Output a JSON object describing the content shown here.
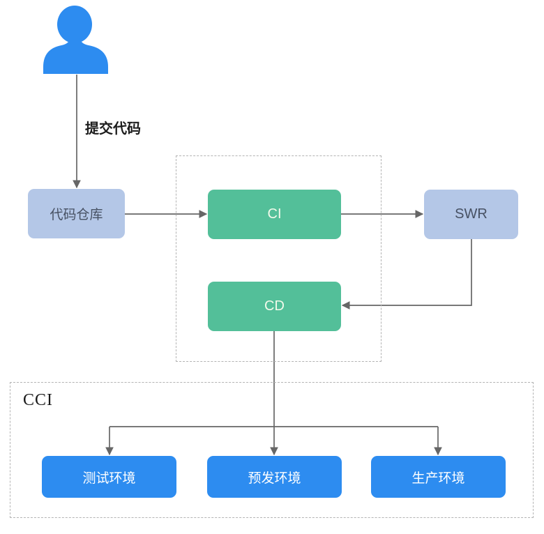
{
  "diagram": {
    "actor": {
      "icon": "user-icon"
    },
    "edges": {
      "submit": {
        "label": "提交代码"
      }
    },
    "containers": {
      "cci": {
        "label": "CCI"
      }
    },
    "nodes": {
      "repo": {
        "label": "代码仓库"
      },
      "ci": {
        "label": "CI"
      },
      "swr": {
        "label": "SWR"
      },
      "cd": {
        "label": "CD"
      },
      "test_env": {
        "label": "测试环境"
      },
      "staging_env": {
        "label": "预发环境"
      },
      "prod_env": {
        "label": "生产环境"
      }
    },
    "colors": {
      "actor_blue": "#2d8cf0",
      "env_blue": "#2d8cf0",
      "light_blue": "#b4c7e7",
      "green": "#53bf99",
      "arrow_gray": "#666666",
      "dash_gray": "#b3b3b3"
    }
  }
}
